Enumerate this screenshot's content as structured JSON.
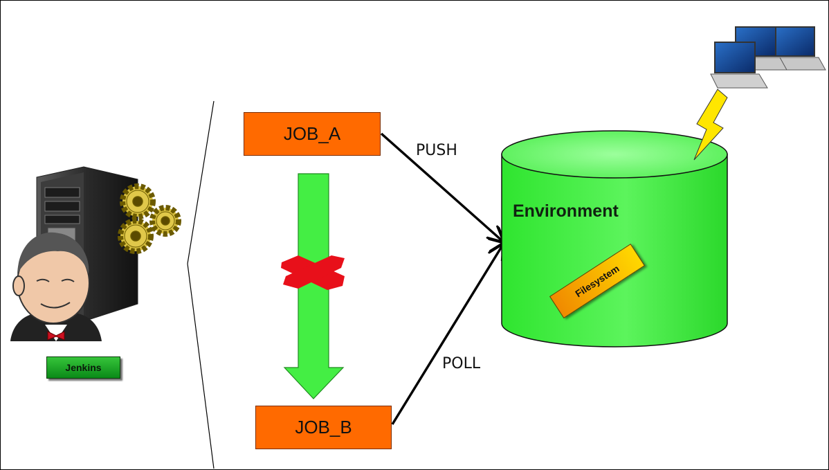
{
  "diagram": {
    "jobs": {
      "job_a": "JOB_A",
      "job_b": "JOB_B"
    },
    "edges": {
      "push": "PUSH",
      "poll": "POLL"
    },
    "environment": {
      "label": "Environment",
      "filesystem_tag": "Filesystem"
    },
    "jenkins": {
      "tag": "Jenkins"
    }
  },
  "colors": {
    "job_box": "#ff6a00",
    "environment_cylinder": "#44f044",
    "flow_arrow": "#44ee44",
    "blocked_mark": "#e8101a",
    "lightning": "#ffe600"
  },
  "icons": [
    "server-icon",
    "gears-icon",
    "jenkins-butler-icon",
    "laptops-icon",
    "lightning-icon",
    "blocked-x-icon"
  ]
}
